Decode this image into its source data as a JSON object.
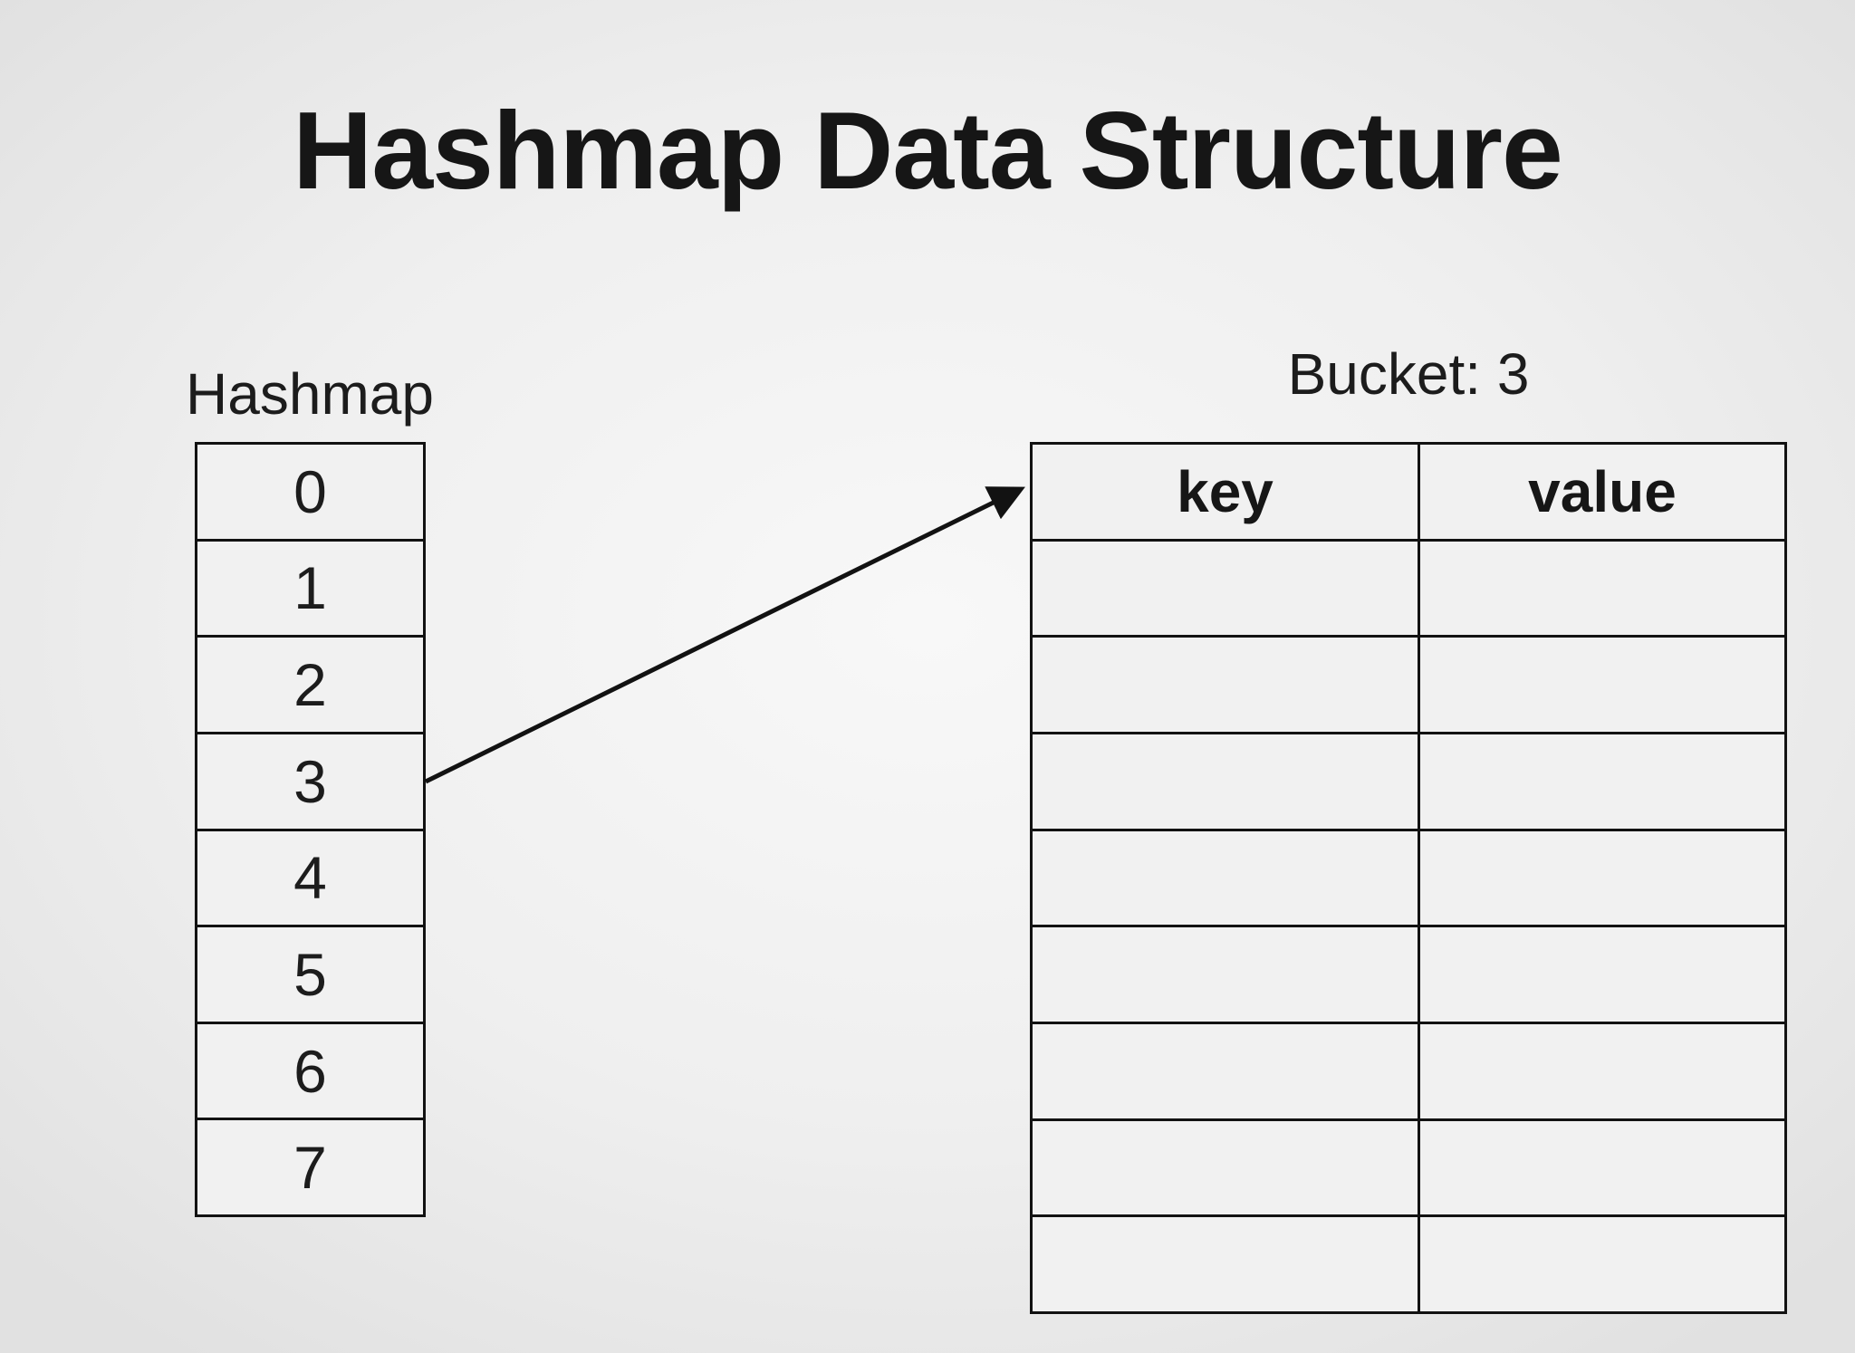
{
  "title": "Hashmap Data Structure",
  "hashmap": {
    "label": "Hashmap",
    "slots": [
      "0",
      "1",
      "2",
      "3",
      "4",
      "5",
      "6",
      "7"
    ]
  },
  "bucket": {
    "label": "Bucket: 3",
    "columns": [
      "key",
      "value"
    ],
    "rows": [
      {
        "key": "",
        "value": ""
      },
      {
        "key": "",
        "value": ""
      },
      {
        "key": "",
        "value": ""
      },
      {
        "key": "",
        "value": ""
      },
      {
        "key": "",
        "value": ""
      },
      {
        "key": "",
        "value": ""
      },
      {
        "key": "",
        "value": ""
      },
      {
        "key": "",
        "value": ""
      }
    ]
  },
  "arrow": {
    "from_slot": "3",
    "to": "bucket-table"
  },
  "colors": {
    "background": "#ececec",
    "cell_fill": "#f1f1f1",
    "border": "#121212",
    "text": "#1a1a1a"
  }
}
